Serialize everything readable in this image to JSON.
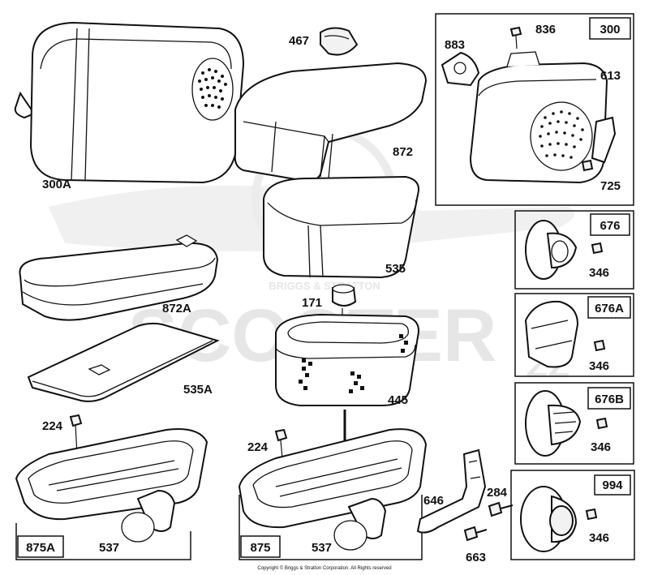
{
  "watermark": {
    "brand": "BRIGGS & STRATTON",
    "main": "SCOOTER",
    "sub": "ZZ"
  },
  "copyright": "Copyright © Briggs & Stratton Corporation. All Rights reserved",
  "boxes": {
    "b300": "300",
    "b676": "676",
    "b676A": "676A",
    "b676B": "676B",
    "b994": "994",
    "b875A": "875A",
    "b875": "875"
  },
  "labels": {
    "p300A": "300A",
    "p467": "467",
    "p883": "883",
    "p836": "836",
    "p613": "613",
    "p725": "725",
    "p872": "872",
    "p535": "535",
    "p872A": "872A",
    "p535A": "535A",
    "p171": "171",
    "p445": "445",
    "p346a": "346",
    "p346b": "346",
    "p346c": "346",
    "p346d": "346",
    "p224a": "224",
    "p224b": "224",
    "p537a": "537",
    "p537b": "537",
    "p646": "646",
    "p284": "284",
    "p663": "663"
  }
}
